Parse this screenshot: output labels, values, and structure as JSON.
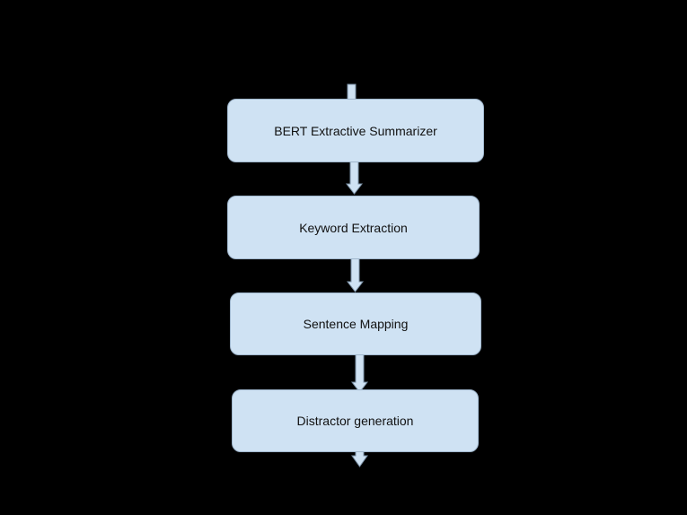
{
  "flowchart": {
    "colors": {
      "background": "#000000",
      "node_fill": "#cfe2f3",
      "arrow_fill": "#cfe2f3",
      "text": "#111111"
    },
    "steps": [
      {
        "label": "BERT Extractive Summarizer"
      },
      {
        "label": "Keyword Extraction"
      },
      {
        "label": "Sentence Mapping"
      },
      {
        "label": "Distractor generation"
      }
    ]
  }
}
